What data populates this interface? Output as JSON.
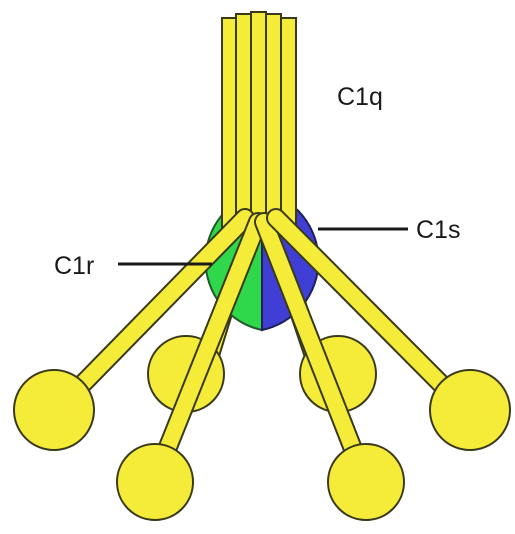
{
  "diagram": {
    "labels": {
      "c1q": "C1q",
      "c1r": "C1r",
      "c1s": "C1s"
    },
    "colors": {
      "stalk_fill": "#f5ec3a",
      "stalk_stroke": "#3a3a1a",
      "c1r_fill": "#2fd84a",
      "c1s_fill": "#3f3fd6",
      "pointer_line": "#1a1a1a",
      "background": "#ffffff"
    }
  }
}
